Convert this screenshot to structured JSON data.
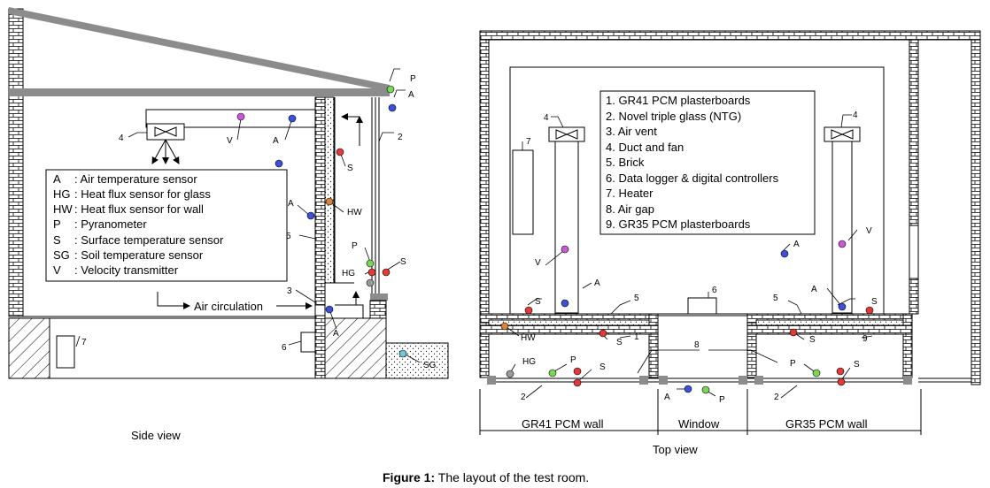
{
  "side_view": {
    "title": "Side view",
    "legend": [
      {
        "key": "A",
        "desc": ": Air temperature sensor"
      },
      {
        "key": "HG",
        "desc": ": Heat flux sensor for glass"
      },
      {
        "key": "HW",
        "desc": ": Heat flux sensor for wall"
      },
      {
        "key": "P",
        "desc": ": Pyranometer"
      },
      {
        "key": "S",
        "desc": ": Surface temperature sensor"
      },
      {
        "key": "SG",
        "desc": ": Soil temperature sensor"
      },
      {
        "key": "V",
        "desc": ": Velocity transmitter"
      }
    ],
    "air_circulation": "Air circulation",
    "labels": {
      "n4": "4",
      "n2": "2",
      "n5": "5",
      "n3": "3",
      "n6": "6",
      "n7": "7",
      "V": "V",
      "A1": "A",
      "A2": "A",
      "A3": "A",
      "A4": "A",
      "P1": "P",
      "P2": "P",
      "S1": "S",
      "S2": "S",
      "HW": "HW",
      "HG": "HG",
      "SG": "SG"
    }
  },
  "top_view": {
    "title": "Top view",
    "legend": [
      "1. GR41 PCM  plasterboards",
      "2. Novel triple glass (NTG)",
      "3. Air vent",
      "4. Duct and fan",
      "5. Brick",
      "6. Data logger & digital controllers",
      "7. Heater",
      "8. Air gap",
      "9. GR35 PCM plasterboards"
    ],
    "dimension_labels": {
      "left": "GR41 PCM wall",
      "mid": "Window",
      "right": "GR35 PCM wall"
    },
    "labels": {
      "n4a": "4",
      "n4b": "4",
      "n7": "7",
      "n6": "6",
      "n5a": "5",
      "n5b": "5",
      "n1": "1",
      "n8": "8",
      "n9": "9",
      "n2a": "2",
      "n2b": "2",
      "Aa": "A",
      "Ab": "A",
      "Ac": "A",
      "Ad": "A",
      "Va": "V",
      "Vb": "V",
      "Sa": "S",
      "Sb": "S",
      "Sc": "S",
      "Sd": "S",
      "Se": "S",
      "Sf": "S",
      "Pa": "P",
      "Pb": "P",
      "Pc": "P",
      "HW": "HW",
      "HG": "HG"
    }
  },
  "caption": {
    "bold": "Figure 1:",
    "text": " The layout of the test room."
  },
  "colors": {
    "air": "#3c50d8",
    "surface": "#e03a3a",
    "pyranometer": "#7cd65a",
    "velocity": "#c95ad6",
    "heatflux_wall": "#d8843a",
    "heatflux_glass": "#9a9a9a",
    "soil": "#6fc7d8"
  }
}
